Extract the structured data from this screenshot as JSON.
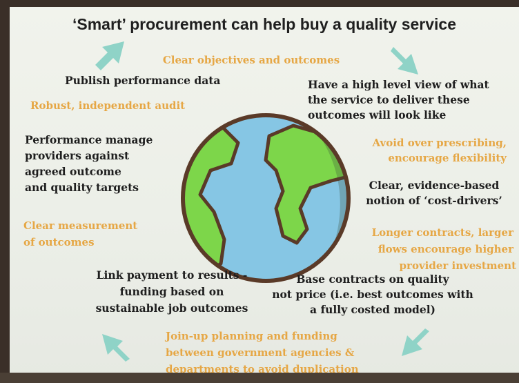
{
  "slide": {
    "title": "‘Smart’ procurement can help buy a quality service",
    "items": {
      "clear_objectives": "Clear objectives and outcomes",
      "publish_performance": "Publish performance data",
      "high_level_view": [
        "Have a high level view of what",
        "the service to deliver these",
        "outcomes will look like"
      ],
      "robust_audit": "Robust, independent audit",
      "performance_manage": [
        "Performance manage",
        "providers against",
        "agreed outcome",
        "and quality targets"
      ],
      "avoid_overprescribing": [
        "Avoid over prescribing,",
        "encourage flexibility"
      ],
      "cost_drivers": [
        "Clear, evidence-based",
        "notion of ‘cost-drivers’"
      ],
      "clear_measurement": [
        "Clear measurement",
        "of outcomes"
      ],
      "longer_contracts": [
        "Longer contracts, larger",
        "flows encourage higher",
        "provider investment"
      ],
      "link_payment": [
        "Link payment to results  -",
        "funding based on",
        "sustainable job outcomes"
      ],
      "base_contracts": [
        "Base contracts on quality",
        "not price (i.e. best outcomes with",
        "a fully costed model)"
      ],
      "join_up": [
        "Join-up planning and funding",
        "between government agencies &",
        "departments to avoid duplication"
      ]
    },
    "colors": {
      "dark_text": "#1e1e1e",
      "orange_text": "#e6a745",
      "arrow_teal": "#8fd3c7",
      "ocean_blue": "#86c6e4",
      "land_green": "#7dd64a",
      "outline_brown": "#5a3a28"
    },
    "icons": [
      "arrow-up-right-icon",
      "arrow-down-right-icon",
      "arrow-down-left-icon",
      "arrow-up-left-icon",
      "globe-icon"
    ]
  }
}
